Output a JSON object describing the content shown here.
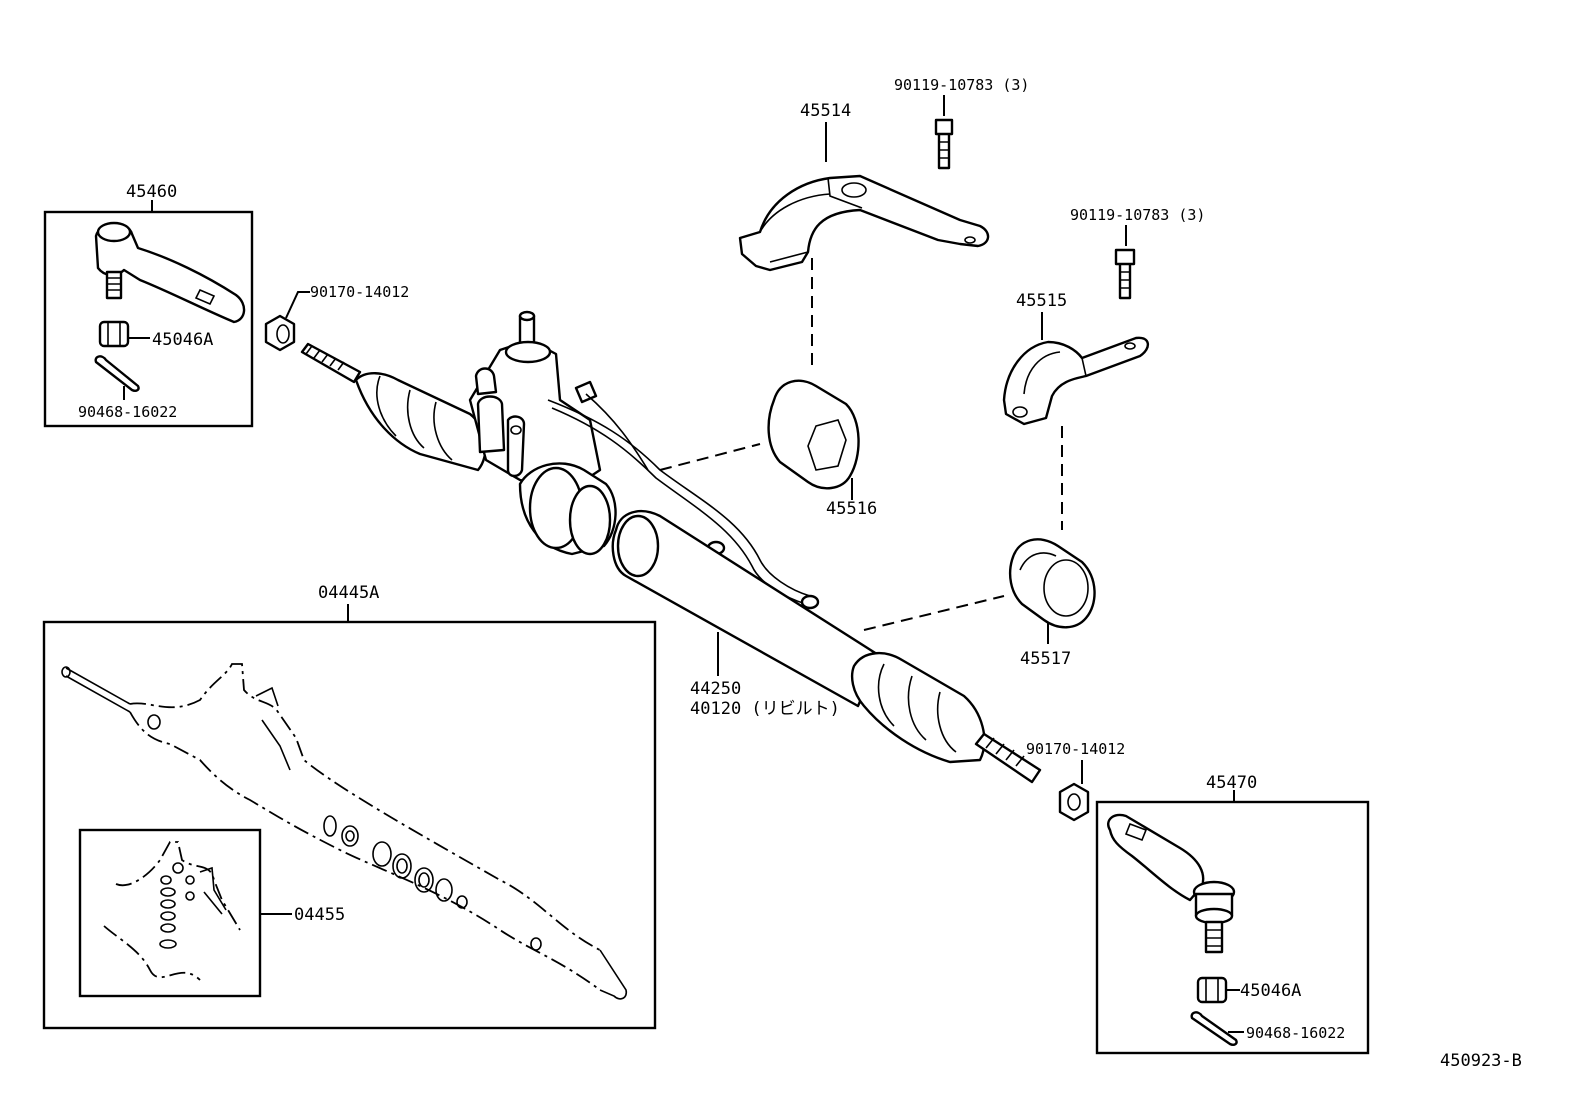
{
  "diagram": {
    "ref_code": "450923-B",
    "labels": {
      "tie_rod_end_left": "45460",
      "lock_nut_left": "45046A",
      "cotter_pin_left": "90468-16022",
      "nut_left": "90170-14012",
      "bracket_upper": "45514",
      "bolt_upper": "90119-10783 (3)",
      "bolt_right": "90119-10783 (3)",
      "bracket_right": "45515",
      "grommet_left": "45516",
      "grommet_right": "45517",
      "gear_assembly": "44250",
      "gear_assembly_rebuilt": "40120 (リビルト)",
      "nut_right": "90170-14012",
      "tie_rod_end_right": "45470",
      "lock_nut_right": "45046A",
      "cotter_pin_right": "90468-16022",
      "gasket_kit": "04445A",
      "gasket_kit_inner": "04455"
    }
  }
}
